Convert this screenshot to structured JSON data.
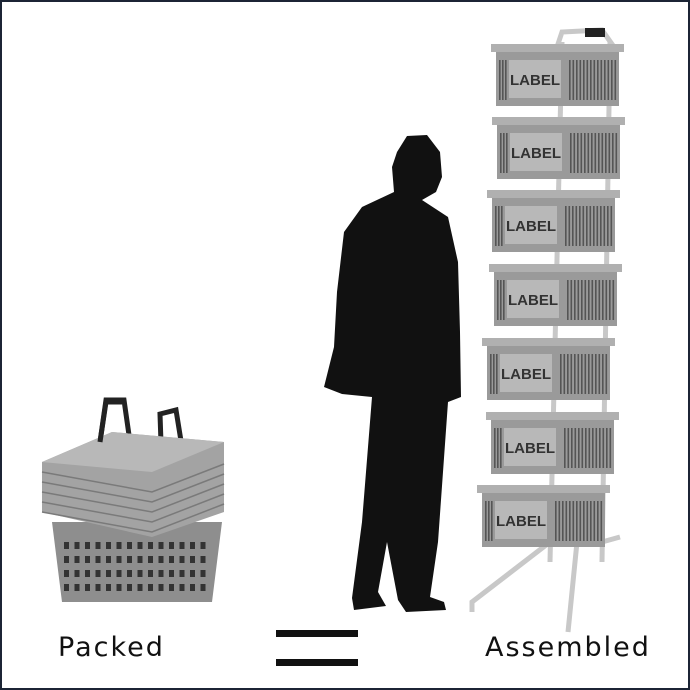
{
  "captions": {
    "packed": "Packed",
    "assembled": "Assembled"
  },
  "tower_baskets": [
    {
      "label": "LABEL"
    },
    {
      "label": "LABEL"
    },
    {
      "label": "LABEL"
    },
    {
      "label": "LABEL"
    },
    {
      "label": "LABEL"
    },
    {
      "label": "LABEL"
    },
    {
      "label": "LABEL"
    }
  ],
  "colors": {
    "basket": "#9a9a9a",
    "silhouette": "#111111",
    "frame": "#1c2435"
  }
}
